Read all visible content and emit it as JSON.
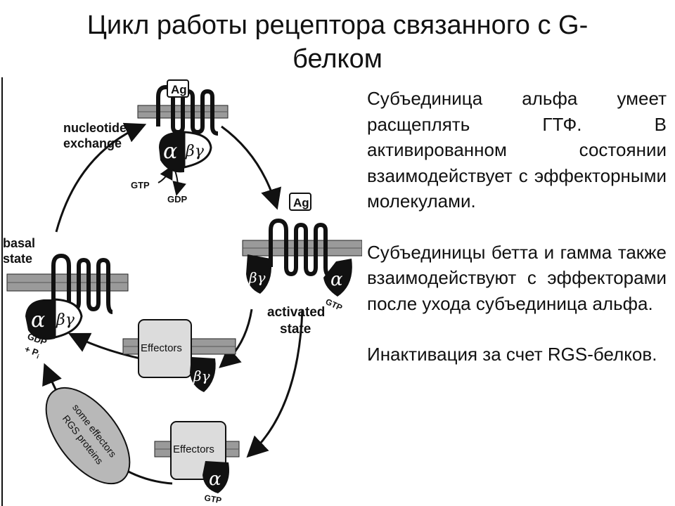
{
  "slide": {
    "title_line1": "Цикл работы рецептора связанного с G-",
    "title_line2": "белком"
  },
  "diagram": {
    "labels": {
      "ag_top": "Ag",
      "ag_right": "Ag",
      "nucleotide": "nucleotide",
      "exchange": "exchange",
      "gtp_top": "GTP",
      "gdp_top": "GDP",
      "basal": "basal",
      "state": "state",
      "activated": "activated",
      "activated_state": "state",
      "effectors_mid": "Effectors",
      "effectors_bottom": "Effectors",
      "gtp_right": "GTP",
      "gtp_bottom": "GTP",
      "gdp_left": "GDP",
      "pi_left": "+ P",
      "pi_sub": "i",
      "ellipse_line1": "some effectors",
      "ellipse_line2": "RGS proteins",
      "alpha": "α",
      "beta_gamma": "βγ"
    }
  },
  "text": {
    "para1": "Субъединица альфа умеет расщеплять ГТФ. В активированном состоянии взаимодействует с эффекторными молекулами.",
    "para2": "Субъединицы бетта и гамма также взаимодействуют с эффекторами после ухода субъединица альфа.",
    "para3": "Инактивация за счет RGS-белков."
  },
  "colors": {
    "membrane": "#9a9a9a",
    "box_fill": "#dcdcdc",
    "ellipse_fill": "#b8b8b8",
    "subunit": "#111111"
  }
}
